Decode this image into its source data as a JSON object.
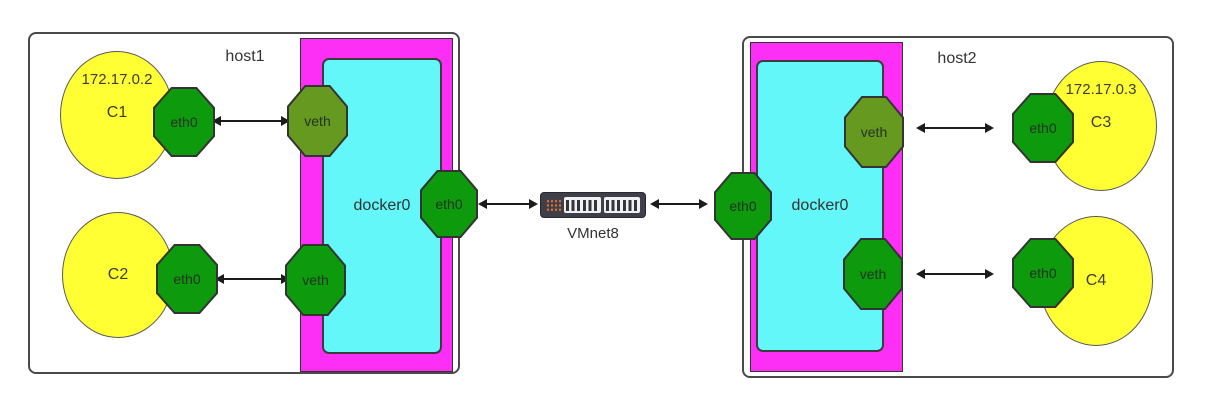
{
  "hosts": [
    {
      "label": "host1",
      "bridge": {
        "label": "docker0",
        "uplink_label": "eth0"
      },
      "veths": [
        "veth",
        "veth"
      ],
      "containers": [
        {
          "name": "C1",
          "ip": "172.17.0.2",
          "iface": "eth0"
        },
        {
          "name": "C2",
          "iface": "eth0"
        }
      ]
    },
    {
      "label": "host2",
      "bridge": {
        "label": "docker0",
        "uplink_label": "eth0"
      },
      "veths": [
        "veth",
        "veth"
      ],
      "containers": [
        {
          "name": "C3",
          "ip": "172.17.0.3",
          "iface": "eth0"
        },
        {
          "name": "C4",
          "iface": "eth0"
        }
      ]
    }
  ],
  "network": {
    "switch_label": "VMnet8"
  },
  "colors": {
    "container_fill": "#FFFF33",
    "interface_green": "#0D9A0D",
    "veth_olive": "#66991F",
    "bridge_magenta": "#FD2EF5",
    "bridge_inner_cyan": "#63F7F9",
    "switch_body": "#3F3F49",
    "switch_led_orange": "#E0732E"
  }
}
